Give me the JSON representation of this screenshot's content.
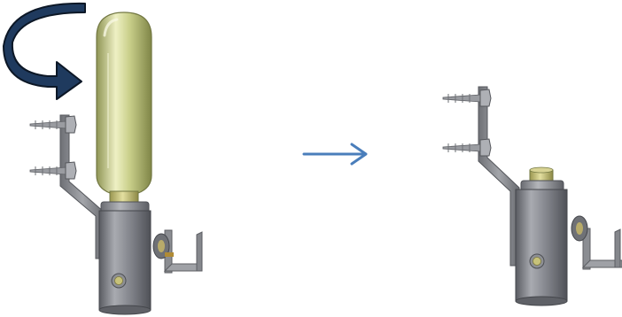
{
  "diagram": {
    "panels": [
      {
        "id": "before",
        "depicts": "sprinkler-bulb-assembly-with-cylindrical-bulb",
        "has_rotation_cue": true
      },
      {
        "id": "after",
        "depicts": "sprinkler-assembly-with-bulb-removed",
        "has_rotation_cue": false
      }
    ],
    "transition": {
      "from": "before",
      "to": "after",
      "icon": "right-arrow-icon"
    },
    "rotation_cue": {
      "icon": "curved-rotate-arrow-icon",
      "direction": "counter-clockwise"
    }
  },
  "colors": {
    "background": "#ffffff",
    "bulb": "#c9cf8a",
    "bulb_highlight": "#eef0c4",
    "bulb_shadow": "#8f9555",
    "body": "#7d7f86",
    "body_light": "#a9abb1",
    "body_dark": "#4f5157",
    "bracket": "#8b8d92",
    "screw": "#9a9ca1",
    "rotate_arrow_fill": "#1f3a5e",
    "rotate_arrow_stroke": "#0c1726",
    "transition_arrow": "#4a7ebb",
    "fitting": "#c7c27a"
  }
}
